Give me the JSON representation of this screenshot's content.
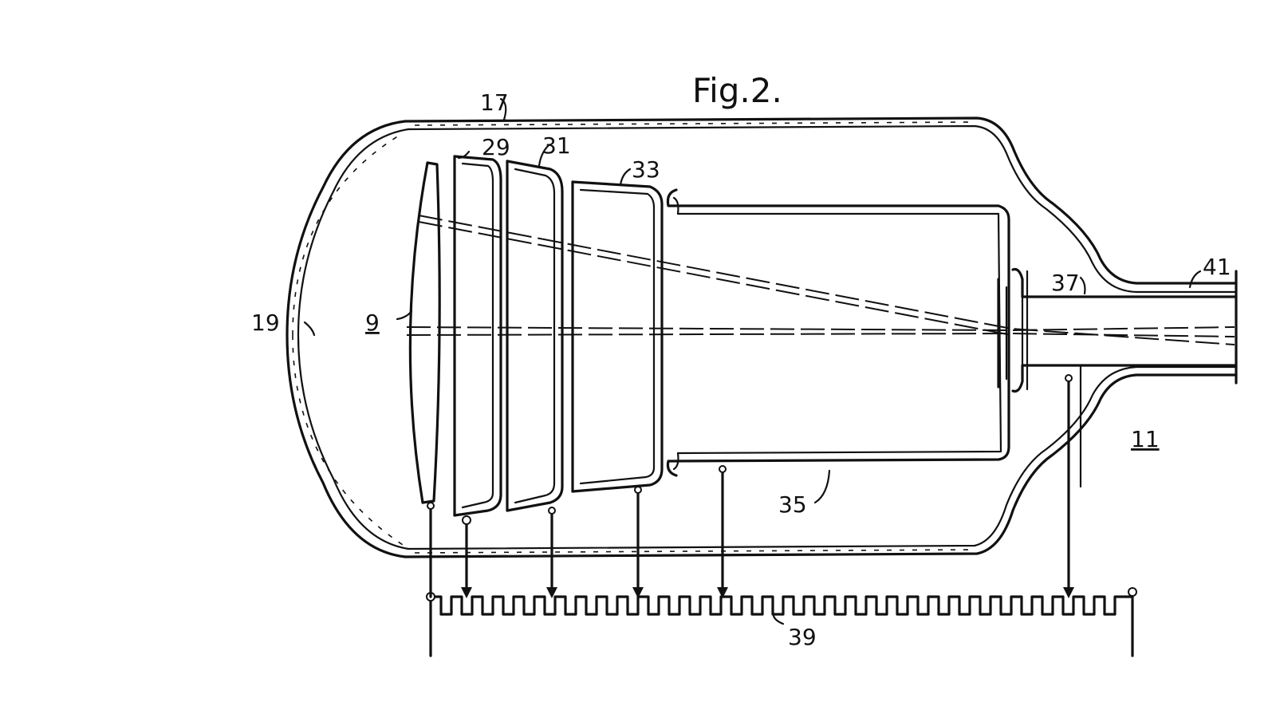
{
  "figure": {
    "title": "Fig.2.",
    "labels": {
      "envelope": "17",
      "face": "19",
      "photocathode": "9",
      "electrode_29": "29",
      "electrode_31": "31",
      "electrode_33": "33",
      "anode_35": "35",
      "aperture_37": "37",
      "neck_41": "41",
      "divider_39": "39",
      "tube_11": "11"
    }
  }
}
